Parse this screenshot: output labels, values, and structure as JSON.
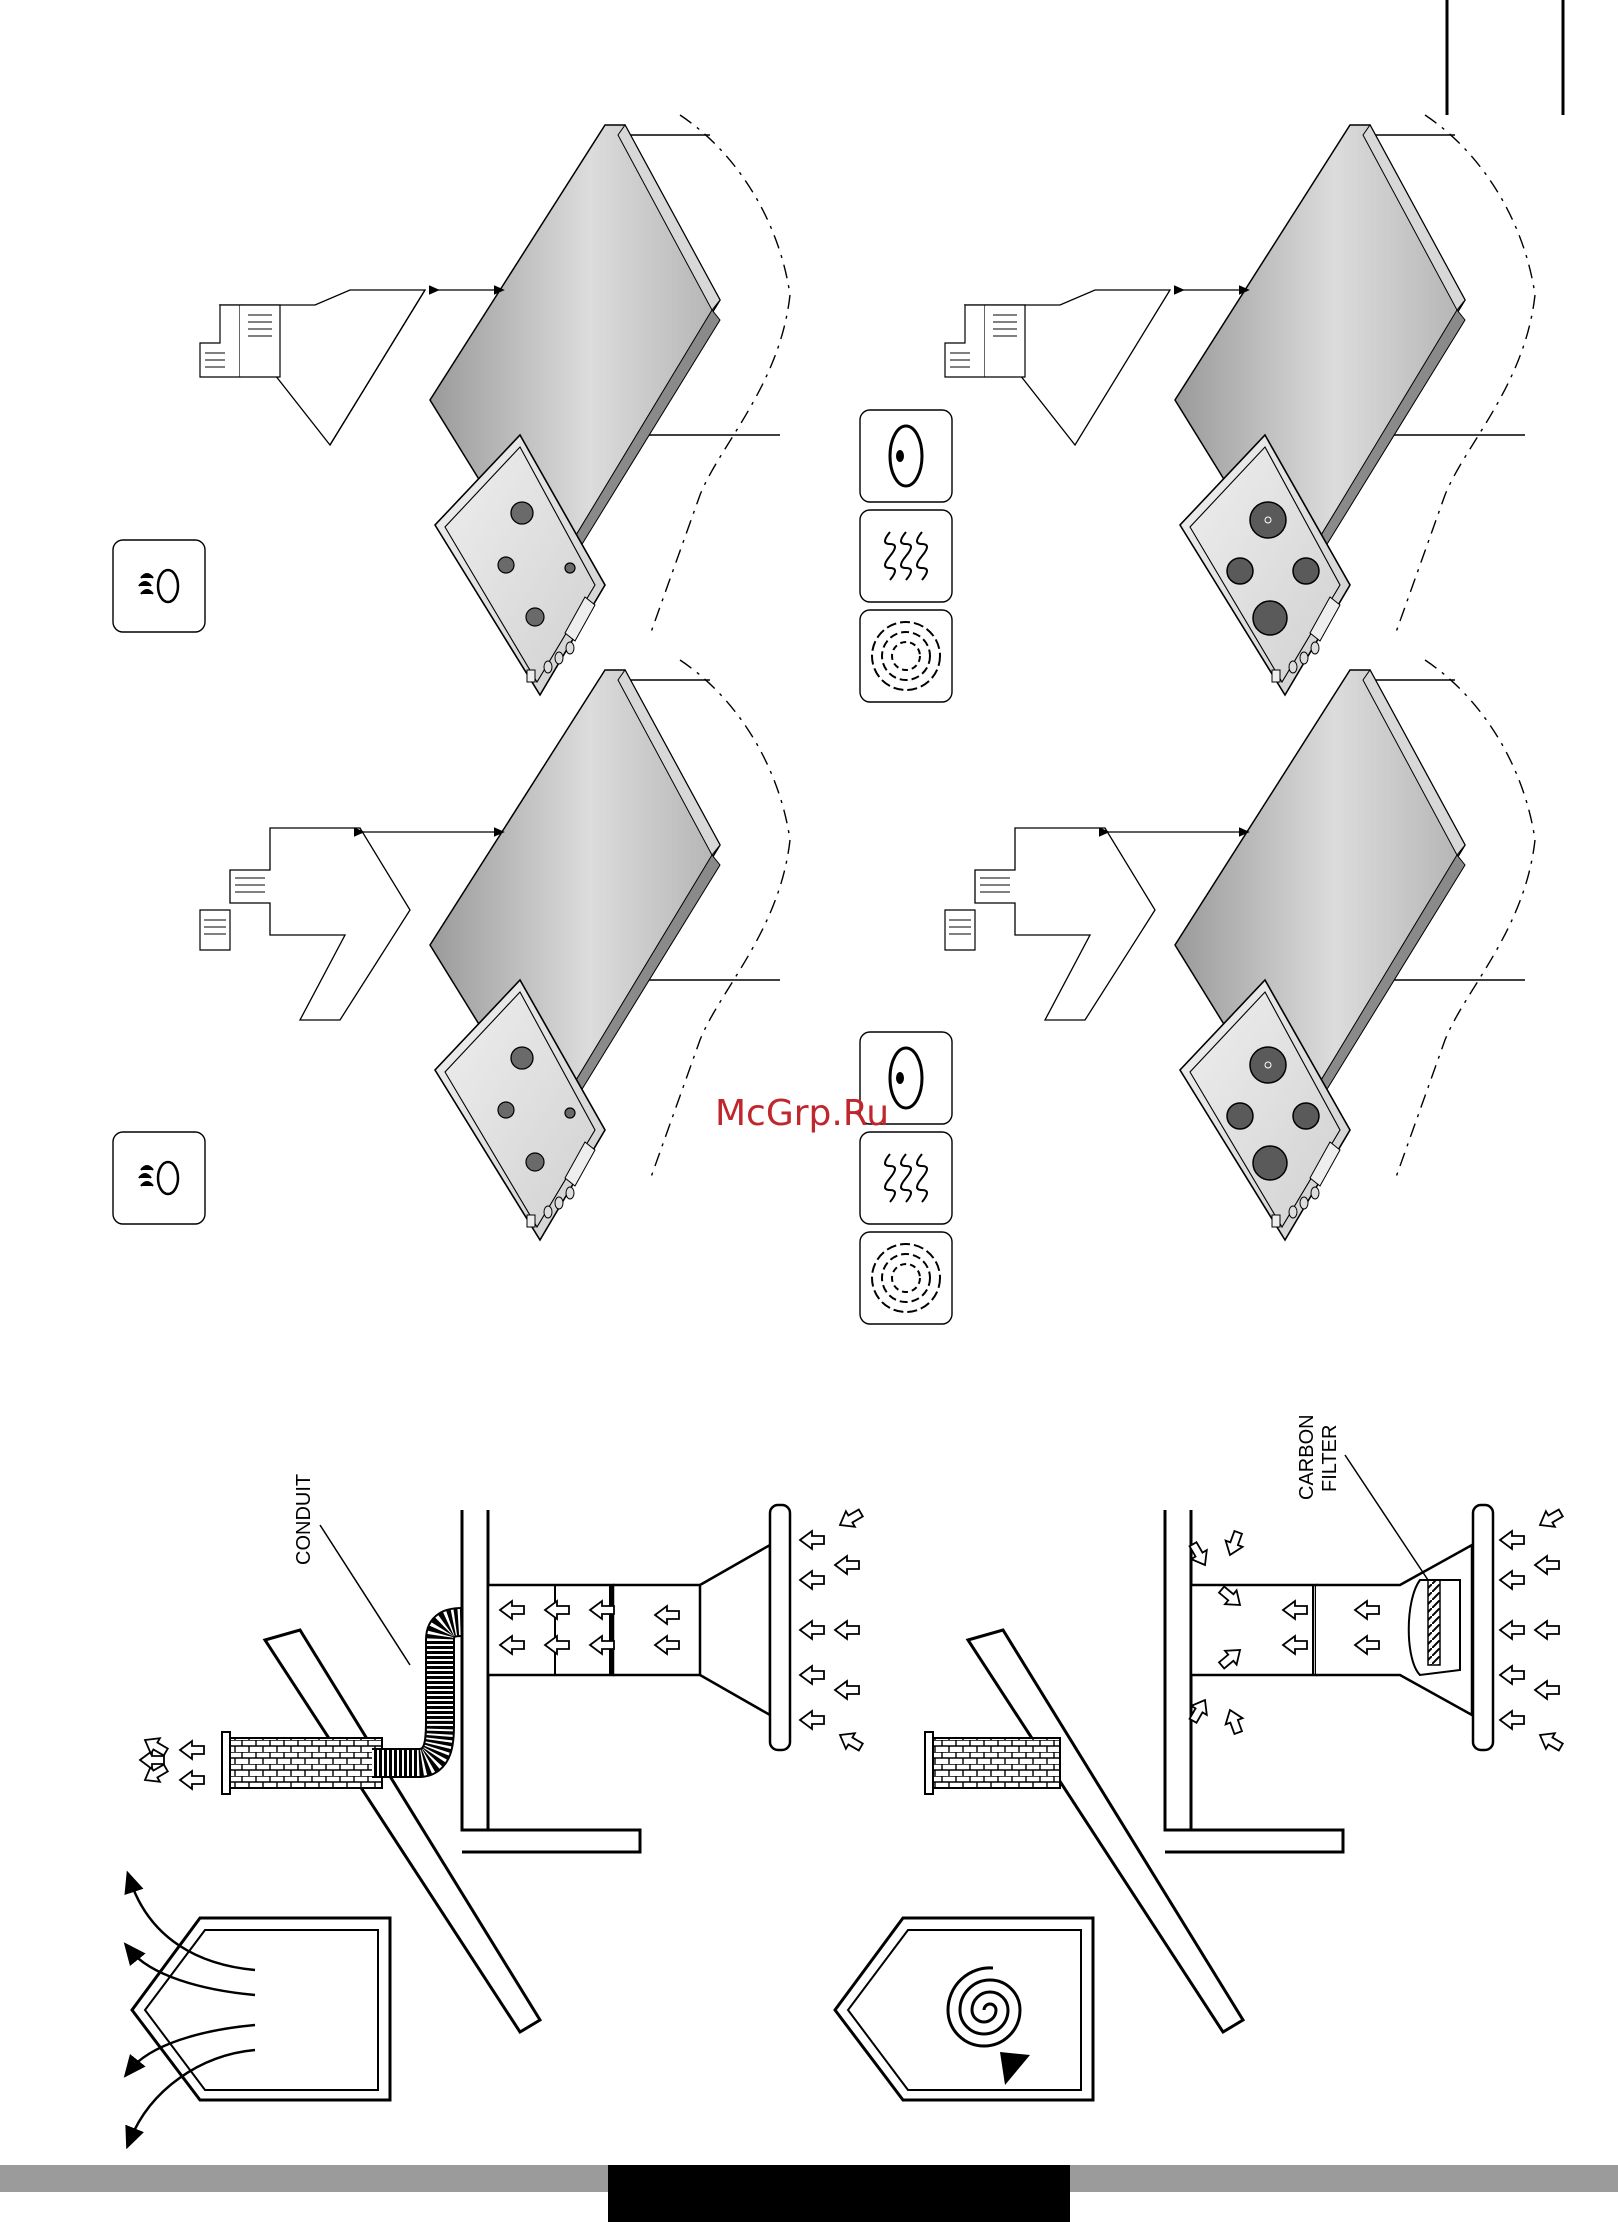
{
  "watermark": "McGrp.Ru",
  "labels": {
    "conduit": "CONDUIT",
    "carbon": "CARBON",
    "filter": "FILTER"
  },
  "icons": {
    "gas_top": "gas-burner-icon",
    "gas_mid": "gas-burner-icon",
    "electric_top": [
      "solid-plate-icon",
      "radiant-coil-icon",
      "halogen-ring-icon"
    ],
    "electric_mid": [
      "solid-plate-icon",
      "radiant-coil-icon",
      "halogen-ring-icon"
    ]
  },
  "colors": {
    "counter_dark": "#9a9a9a",
    "counter_light": "#c8c8c8",
    "plate": "#5a5a5a",
    "footer_bar": "#9b9b9b",
    "footer_tab": "#000000",
    "watermark": "#c0272d"
  }
}
